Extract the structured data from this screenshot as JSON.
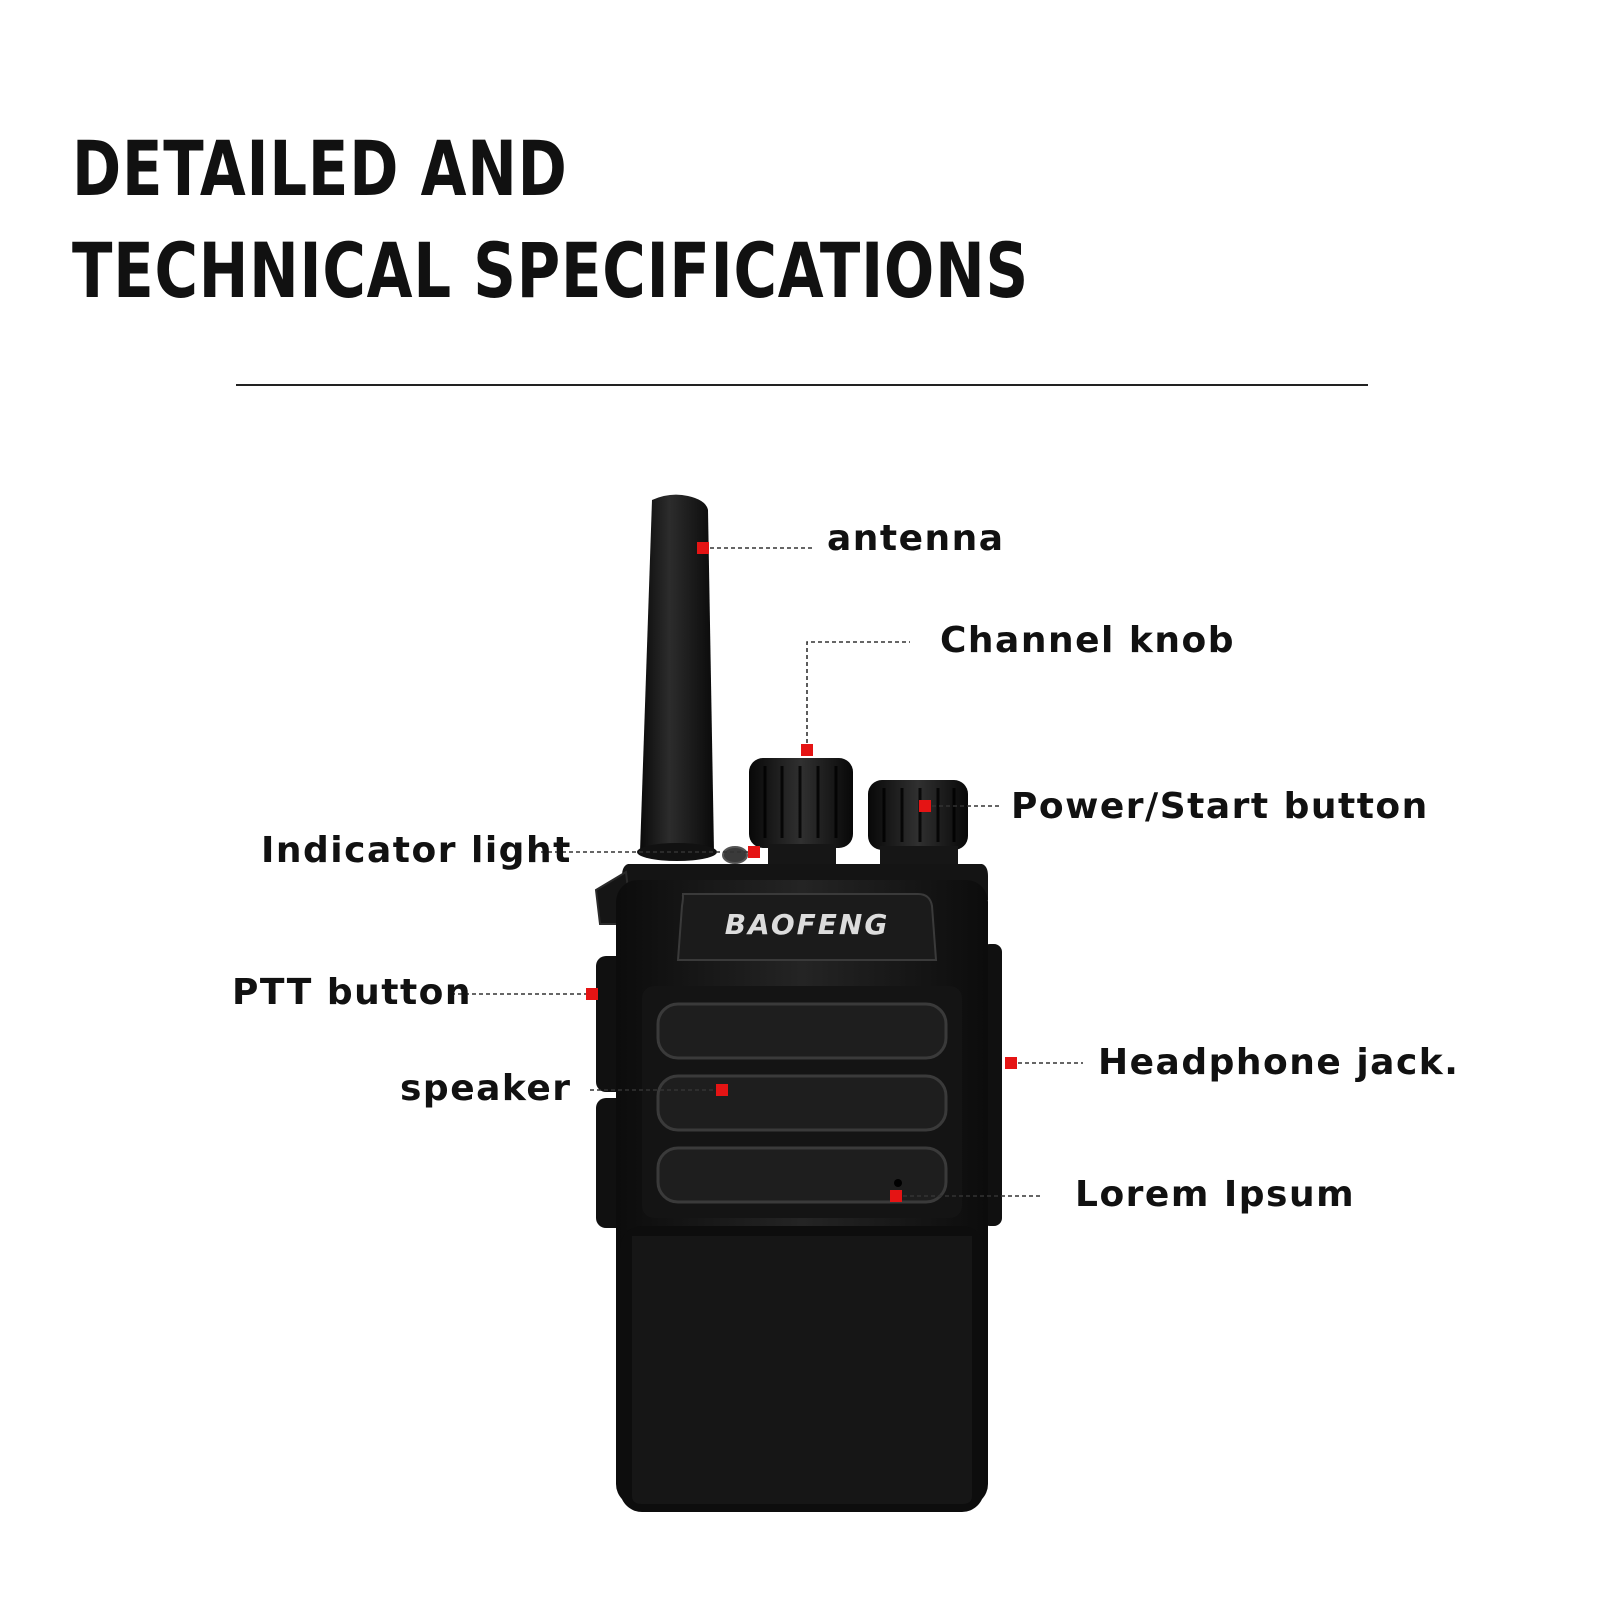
{
  "heading": {
    "line1": "DETAILED AND",
    "line2": "TECHNICAL SPECIFICATIONS"
  },
  "brand_logo": "BAOFENG",
  "callouts": {
    "antenna": "antenna",
    "channel_knob": "Channel knob",
    "power_button": "Power/Start button",
    "indicator_light": "Indicator light",
    "ptt_button": "PTT button",
    "headphone_jack": "Headphone jack.",
    "speaker": "speaker",
    "lorem": "Lorem Ipsum"
  },
  "colors": {
    "marker": "#e51414",
    "device_body": "#1a1a1a",
    "text": "#111111"
  }
}
